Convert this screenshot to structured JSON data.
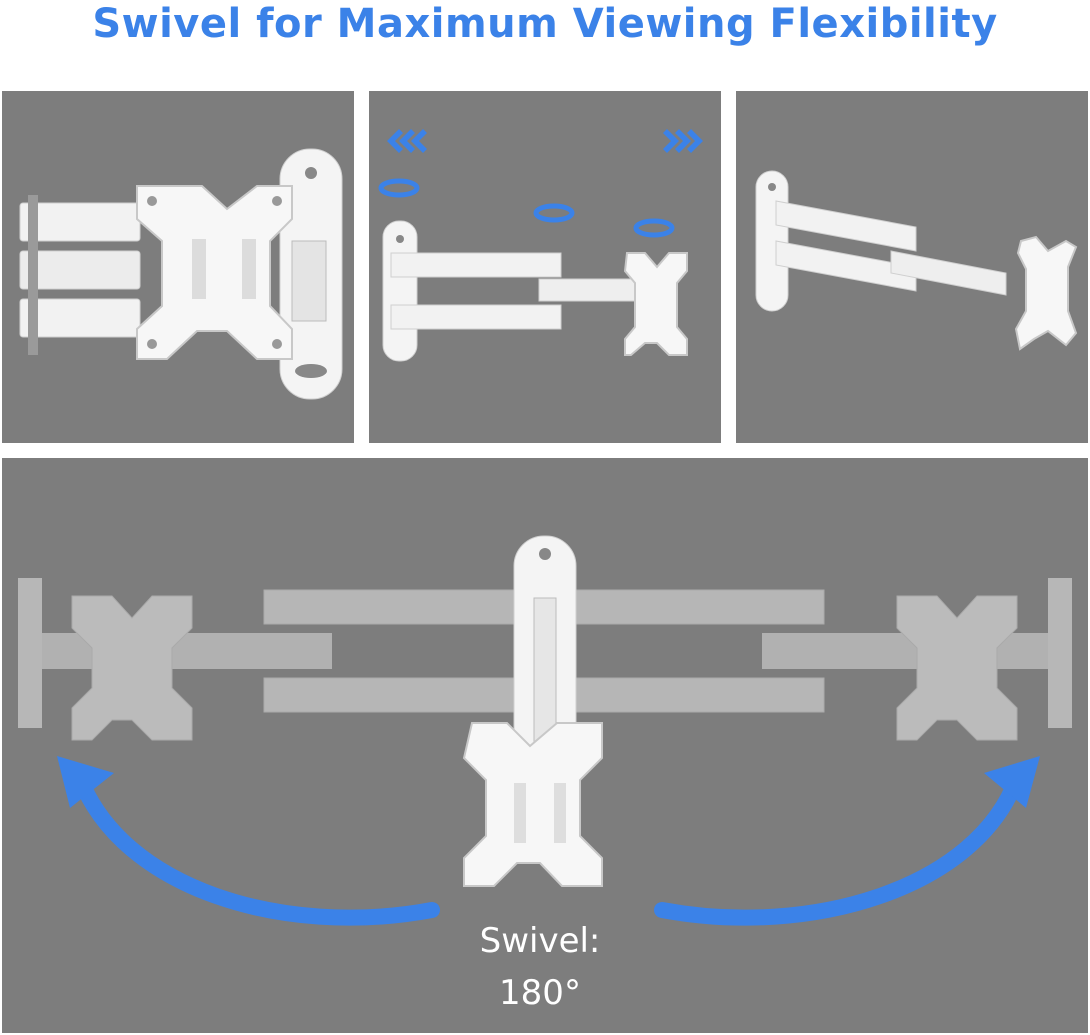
{
  "headline": "Swivel for Maximum Viewing Flexibility",
  "swivel": {
    "label": "Swivel:",
    "value": "180°"
  },
  "colors": {
    "accent": "#3b82e8",
    "panel_bg": "#7d7d7d",
    "mount": "#f2f2f2"
  },
  "icons": {
    "left_arrows": "chevron-left-triple-icon",
    "right_arrows": "chevron-right-triple-icon",
    "rotate": "rotate-icon",
    "arc_arrow": "curved-arrow-icon"
  }
}
